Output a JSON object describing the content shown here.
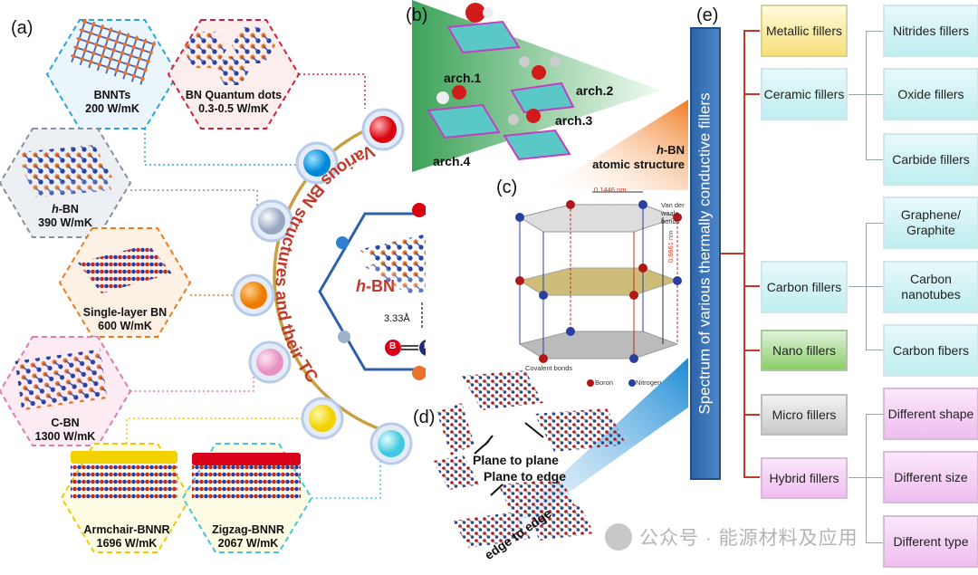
{
  "panel_a": {
    "letter": "(a)",
    "structures": [
      {
        "name": "BNNTs",
        "tc": "200 W/mK"
      },
      {
        "name": "BN Quantum dots",
        "tc": "0.3-0.5 W/mK"
      },
      {
        "name_prefix": "h",
        "name_suffix": "-BN",
        "tc": "390 W/mK"
      },
      {
        "name": "Single-layer BN",
        "tc": "600 W/mK"
      },
      {
        "name": "C-BN",
        "tc": "1300 W/mK"
      },
      {
        "name": "Armchair-BNNR",
        "tc": "1696 W/mK"
      },
      {
        "name": "Zigzag-BNNR",
        "tc": "2067 W/mK"
      }
    ],
    "arc_label": "Various BN structures and their TC",
    "center_label_prefix": "h",
    "center_label_suffix": "-BN",
    "spacing_label": "3.33Å",
    "bond_b": "B",
    "bond_n": "N"
  },
  "panel_b": {
    "letter": "(b)",
    "labels": [
      "arch.1",
      "arch.2",
      "arch.3",
      "arch.4"
    ]
  },
  "panel_c": {
    "letter": "(c)",
    "title_prefix": "h",
    "title_suffix": "-BN",
    "title_line2": "atomic structure",
    "dim1": "0.1446 nm",
    "dim2": "0.6661 nm",
    "vdw": "Van der waals bonds",
    "covalent": "Covalent bonds",
    "legend_boron": "Boron",
    "legend_nitrogen": "Nitrogen"
  },
  "panel_d": {
    "letter": "(d)",
    "plane_to_plane": "Plane to plane",
    "plane_to_edge": "Plane to edge",
    "edge_to_edge": "edge to edge"
  },
  "panel_e": {
    "letter": "(e)",
    "root": "Spectrum of various thermally conductive fillers",
    "categories": [
      "Metallic fillers",
      "Ceramic fillers",
      "Carbon fillers",
      "Nano fillers",
      "Micro fillers",
      "Hybrid fillers"
    ],
    "ceramic_subs": [
      "Nitrides fillers",
      "Oxide fillers",
      "Carbide fillers"
    ],
    "carbon_subs": [
      "Graphene/ Graphite",
      "Carbon nanotubes",
      "Carbon fibers"
    ],
    "hybrid_subs": [
      "Different shape",
      "Different size",
      "Different type"
    ]
  },
  "watermark": "公众号 · 能源材料及应用",
  "colors": {
    "boron": "#e8742c",
    "nitrogen": "#2b3f9e",
    "arc": "#c8a040",
    "accent_red": "#c0392b",
    "root_blue": "#2f65a8"
  }
}
